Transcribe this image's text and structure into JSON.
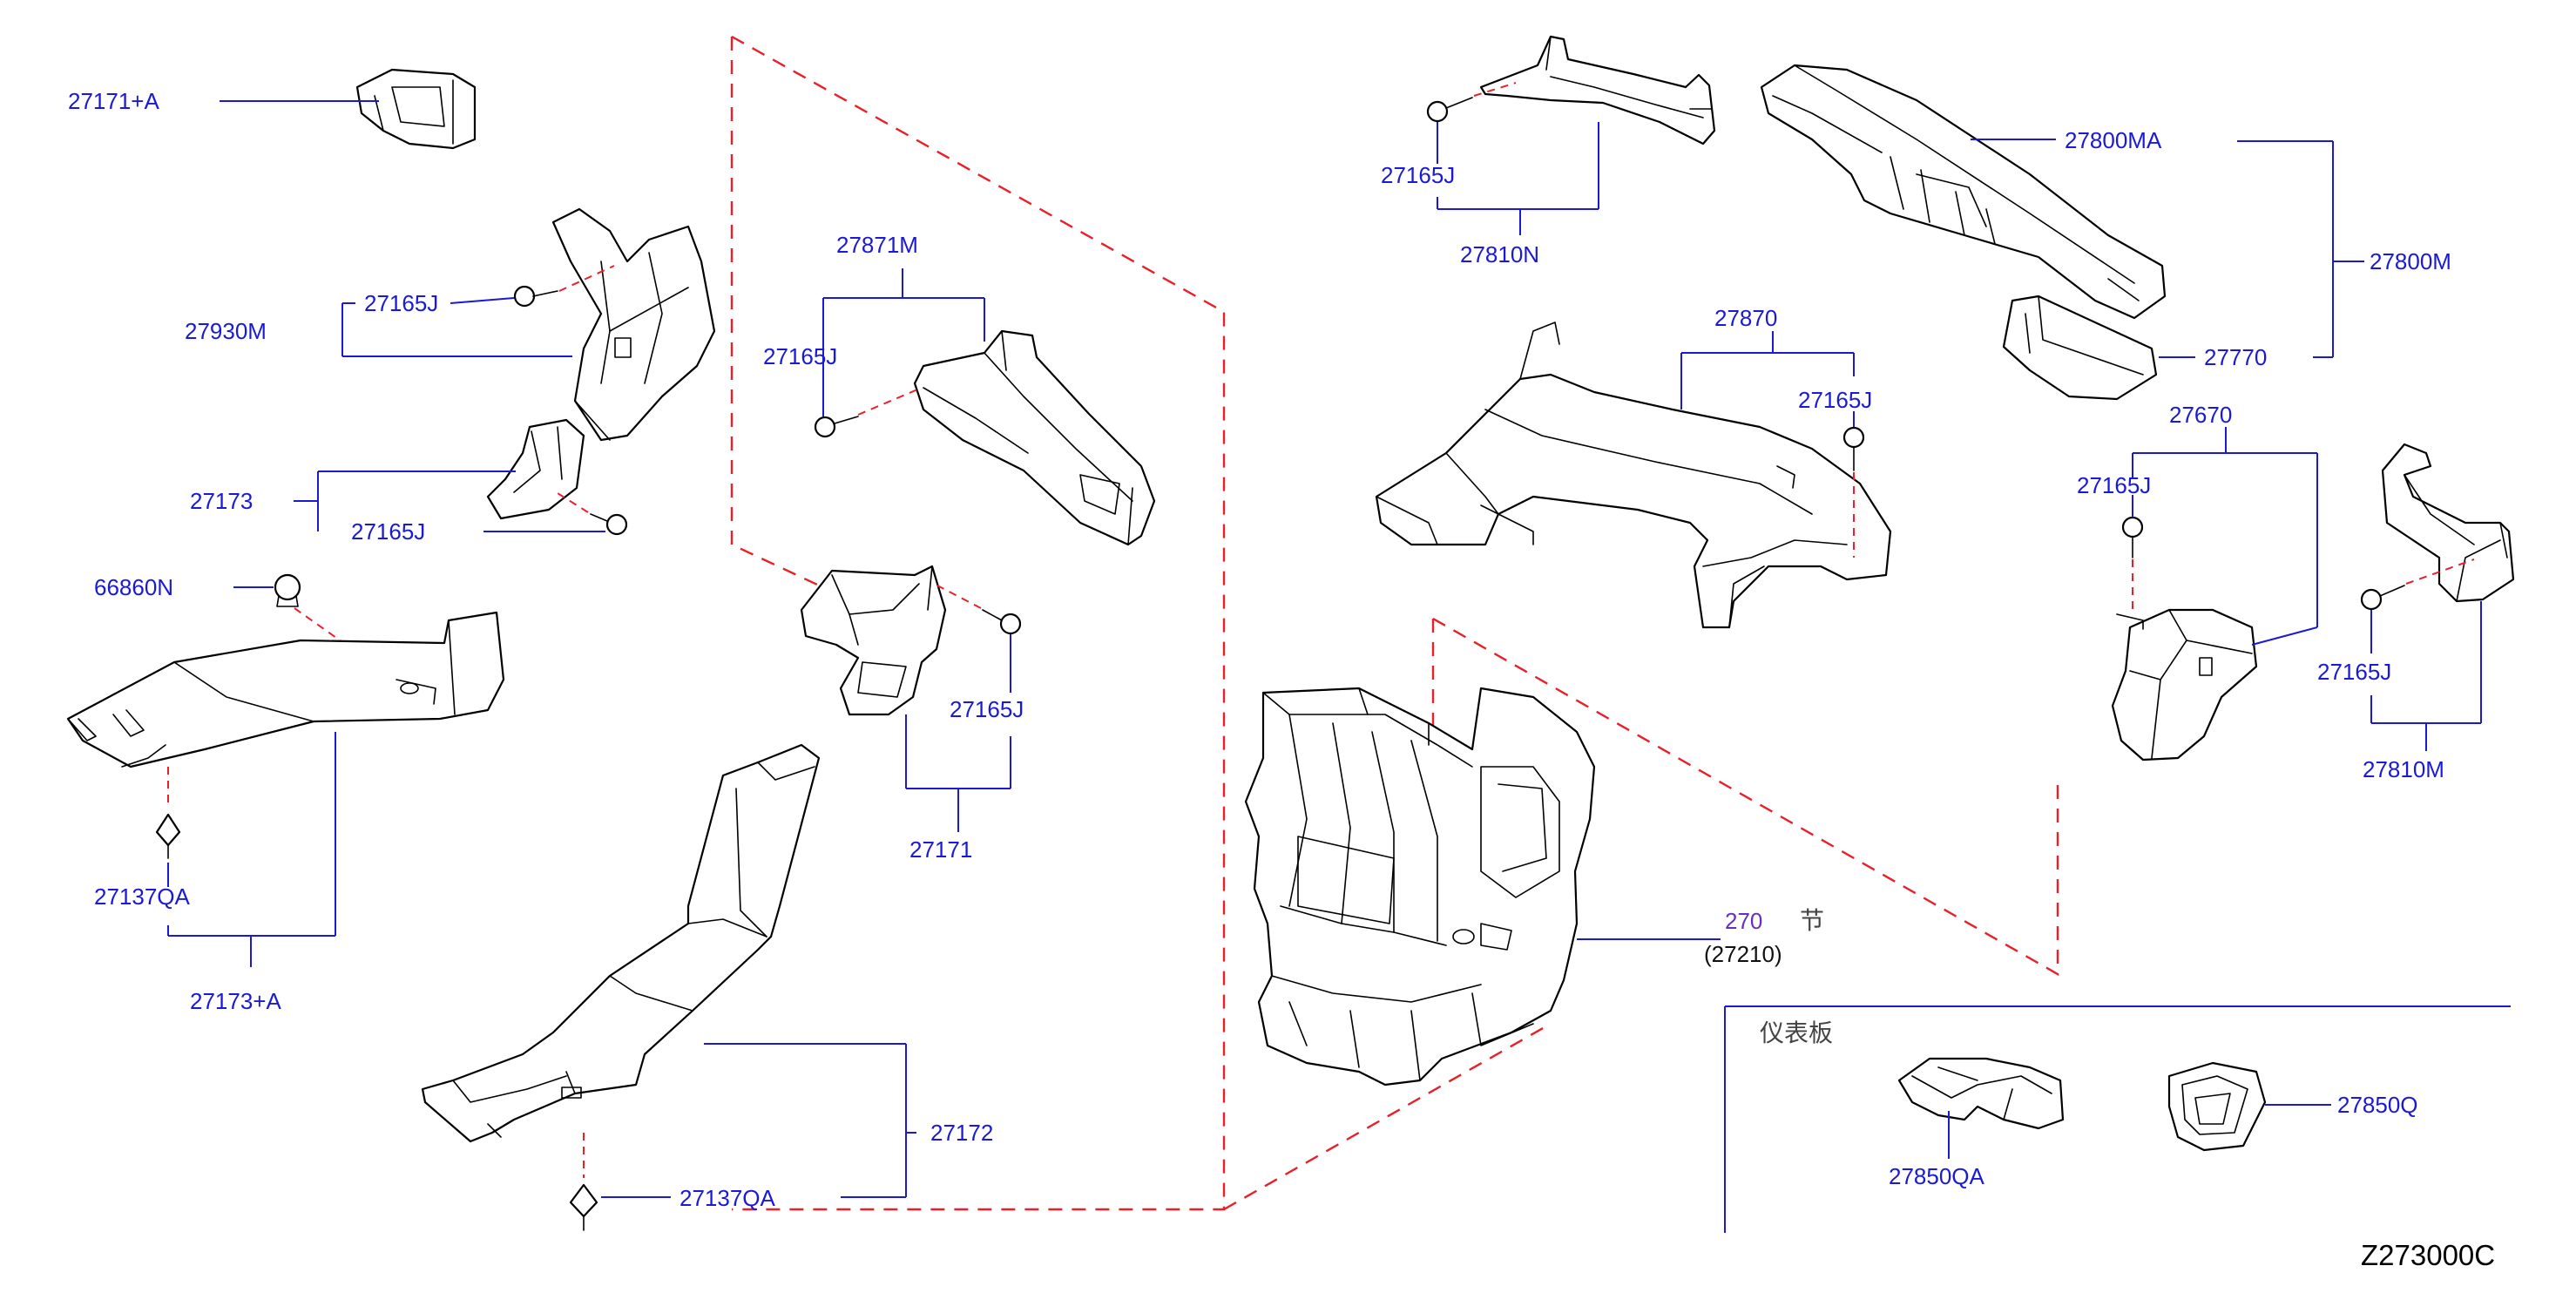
{
  "labels": {
    "p27171A": "27171+A",
    "p27930M": "27930M",
    "p27165J_a": "27165J",
    "p27173": "27173",
    "p27165J_b": "27165J",
    "p66860N": "66860N",
    "p27137QA_a": "27137QA",
    "p27173A": "27173+A",
    "p27871M": "27871M",
    "p27165J_c": "27165J",
    "p27165J_d": "27165J",
    "p27171": "27171",
    "p27172": "27172",
    "p27137QA_b": "27137QA",
    "p27165J_e": "27165J",
    "p27810N": "27810N",
    "p27800MA": "27800MA",
    "p27800M": "27800M",
    "p27770": "27770",
    "p27870": "27870",
    "p27165J_f": "27165J",
    "p27670": "27670",
    "p27165J_g": "27165J",
    "p27165J_h": "27165J",
    "p27810M": "27810M",
    "p270": "270",
    "p270_cjk": "节",
    "p27210": "(27210)",
    "panel_title": "仪表板",
    "p27850QA": "27850QA",
    "p27850Q": "27850Q",
    "diagram_code": "Z273000C"
  },
  "colors": {
    "label_blue": "#1a1ad6",
    "dash_red": "#e8202a",
    "label_violet": "#6a2fb8"
  }
}
